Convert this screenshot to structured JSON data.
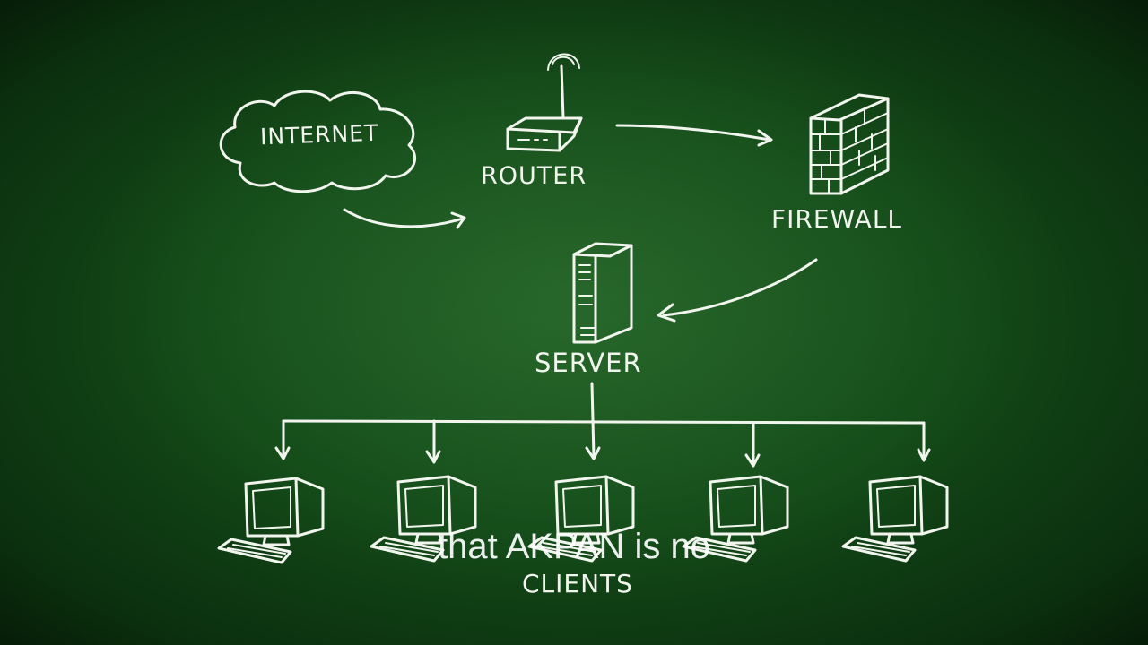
{
  "diagram": {
    "nodes": {
      "internet": "INTERNET",
      "router": "ROUTER",
      "firewall": "FIREWALL",
      "server": "SERVER",
      "clients": "CLIENTS"
    },
    "edges": [
      {
        "from": "INTERNET",
        "to": "ROUTER"
      },
      {
        "from": "ROUTER",
        "to": "FIREWALL"
      },
      {
        "from": "FIREWALL",
        "to": "SERVER"
      },
      {
        "from": "SERVER",
        "to": "CLIENTS"
      }
    ],
    "client_count": 5
  },
  "caption": {
    "text": "that AKPAN is no"
  },
  "colors": {
    "chalkboard": "#134a18",
    "chalk": "#f2f5ee"
  }
}
